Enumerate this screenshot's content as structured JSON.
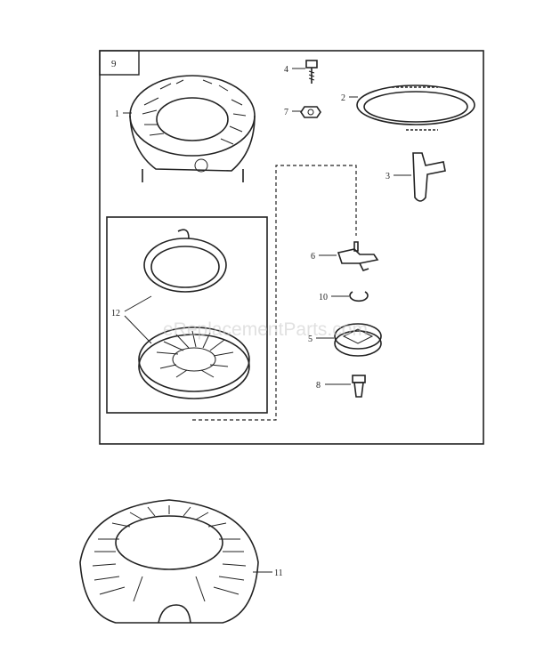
{
  "diagram": {
    "assembly_box_label": "9",
    "watermark": "eReplacementParts.com",
    "callouts": {
      "c1": "1",
      "c2": "2",
      "c3": "3",
      "c4": "4",
      "c5": "5",
      "c6": "6",
      "c7": "7",
      "c8": "8",
      "c10": "10",
      "c11": "11",
      "c12": "12"
    }
  }
}
